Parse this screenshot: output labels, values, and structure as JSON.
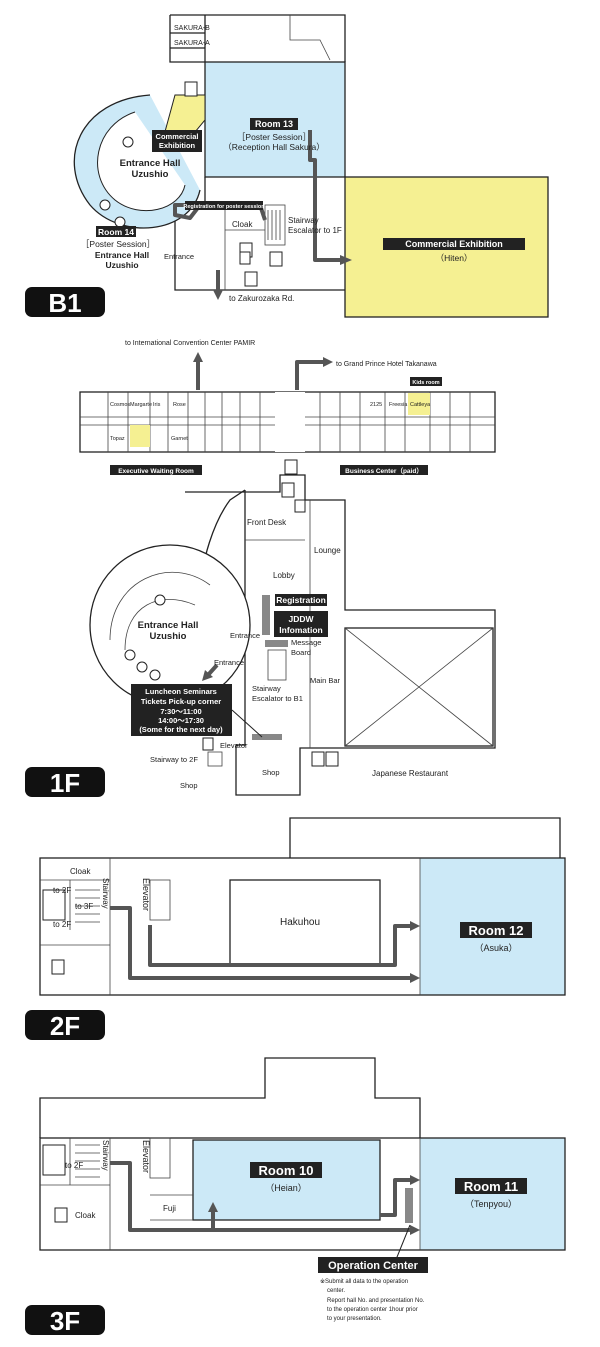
{
  "floors": {
    "b1": {
      "badge": "B1",
      "labels": {
        "sakura_b": "SAKURA-B",
        "sakura_a": "SAKURA-A",
        "room13_title": "Room 13",
        "room13_sub1": "［Poster Session］",
        "room13_sub2": "（Reception Hall Sakura）",
        "commercial_small_1": "Commercial",
        "commercial_small_2": "Exhibition",
        "entrance_hall_1": "Entrance Hall",
        "entrance_hall_2": "Uzushio",
        "registration_poster": "Registration for poster session",
        "stairway": "Stairway",
        "escalator": "Escalator to 1F",
        "cloak": "Cloak",
        "room14_title": "Room 14",
        "room14_sub1": "［Poster Session］",
        "room14_sub2": "Entrance Hall",
        "room14_sub3": "Uzushio",
        "entrance": "Entrance",
        "commercial_big_title": "Commercial Exhibition",
        "commercial_big_sub": "（Hiten）",
        "to_zakurozaka": "to Zakurozaka Rd."
      }
    },
    "f1": {
      "badge": "1F",
      "labels": {
        "to_pamir": "to International Convention Center PAMIR",
        "to_grand_prince": "to Grand Prince Hotel Takanawa",
        "cosmos": "Cosmos",
        "margarte": "Margarte",
        "iris": "Iris",
        "rose": "Rose",
        "topaz": "Topaz",
        "garnet": "Garnet",
        "room_2125": "2125",
        "freesia": "Freesia",
        "cattleya": "Cattleya",
        "kids_room": "Kids room",
        "executive_waiting": "Executive Waiting Room",
        "business_center": "Business Center（paid）",
        "front_desk": "Front Desk",
        "lounge": "Lounge",
        "lobby": "Lobby",
        "registration": "Registration",
        "jddw_1": "JDDW",
        "jddw_2": "Infomation",
        "message_1": "Message",
        "message_2": "Board",
        "entrance_hall_1": "Entrance Hall",
        "entrance_hall_2": "Uzushio",
        "entrance_a": "Entrance",
        "entrance_b": "Entrance",
        "stairway": "Stairway",
        "escalator": "Escalator to B1",
        "main_bar": "Main Bar",
        "luncheon_1": "Luncheon Seminars",
        "luncheon_2": "Tickets Pick-up corner",
        "luncheon_3": "7:30〜11:00",
        "luncheon_4": "14:00〜17:30",
        "luncheon_5": "(Some for the next day)",
        "elevator": "Elevator",
        "stairway_to_2f": "Stairway to 2F",
        "shop_a": "Shop",
        "shop_b": "Shop",
        "japanese_restaurant": "Japanese Restaurant"
      }
    },
    "f2": {
      "badge": "2F",
      "labels": {
        "cloak": "Cloak",
        "to_2f_a": "to 2F",
        "to_3f": "to 3F",
        "to_2f_b": "to 2F",
        "stairway": "Stairway",
        "elevator": "Elevator",
        "hakuhou": "Hakuhou",
        "room12_title": "Room 12",
        "room12_sub": "（Asuka）"
      }
    },
    "f3": {
      "badge": "3F",
      "labels": {
        "to_2f": "to 2F",
        "stairway": "Stairway",
        "elevator": "Elevator",
        "fuji": "Fuji",
        "cloak": "Cloak",
        "room10_title": "Room 10",
        "room10_sub": "（Heian）",
        "room11_title": "Room 11",
        "room11_sub": "（Tenpyou）",
        "operation_title": "Operation Center",
        "operation_1": "※Submit all data to the operation",
        "operation_2": "center.",
        "operation_3": "Report hall No. and presentation No.",
        "operation_4": "to the operation center 1hour prior",
        "operation_5": "to your presentation."
      }
    }
  },
  "colors": {
    "room_blue": "#cce9f7",
    "exhibit_yellow": "#f5f092",
    "badge_black": "#111111",
    "path_gray": "#555555"
  },
  "icons": [
    "restroom-icon",
    "phone-icon",
    "elevator-icon"
  ]
}
